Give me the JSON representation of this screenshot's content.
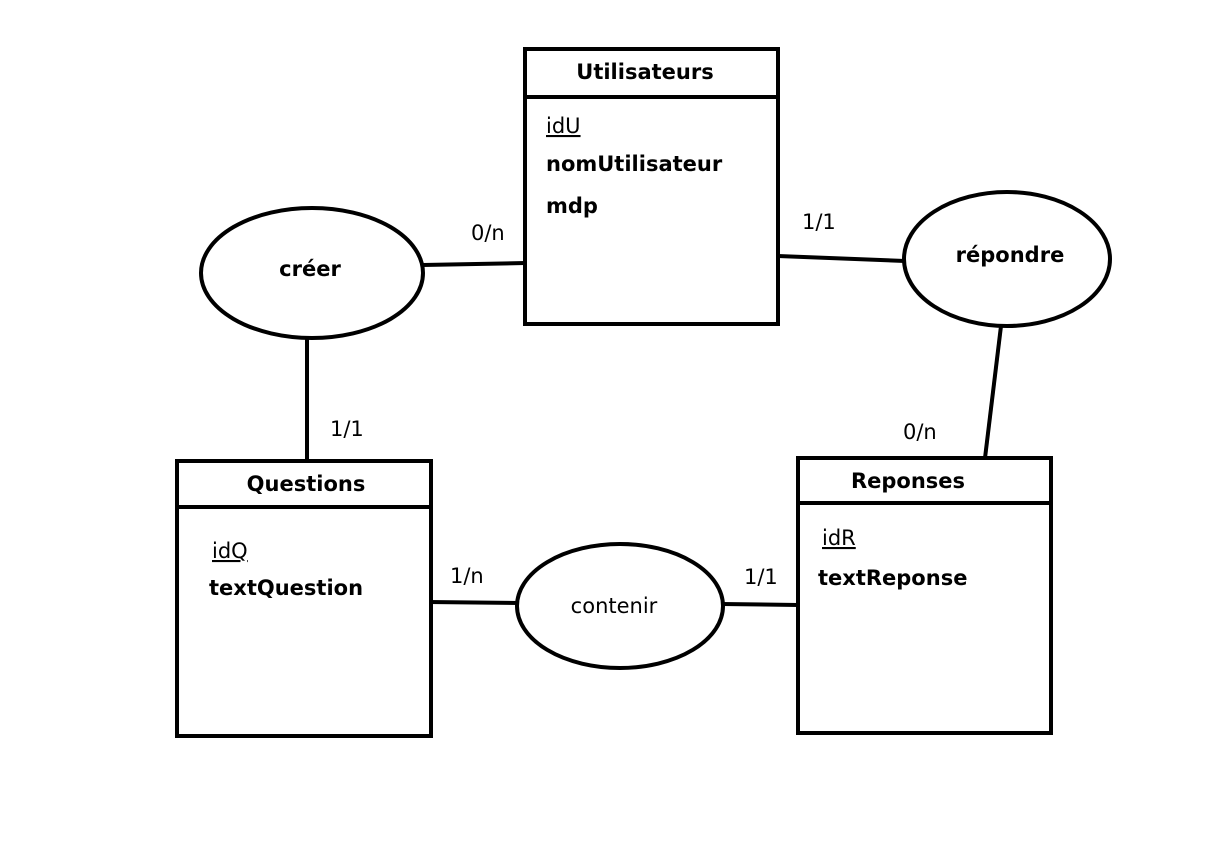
{
  "entities": {
    "utilisateurs": {
      "title": "Utilisateurs",
      "key": "idU",
      "attrs": [
        "nomUtilisateur",
        "mdp"
      ]
    },
    "questions": {
      "title": "Questions",
      "key": "idQ",
      "attrs": [
        "textQuestion"
      ]
    },
    "reponses": {
      "title": "Reponses",
      "key": "idR",
      "attrs": [
        "textReponse"
      ]
    }
  },
  "associations": {
    "creer": "créer",
    "repondre": "répondre",
    "contenir": "contenir"
  },
  "cardinalities": {
    "creer_utilisateurs": "0/n",
    "creer_questions": "1/1",
    "repondre_utilisateurs": "1/1",
    "repondre_reponses": "0/n",
    "contenir_questions": "1/n",
    "contenir_reponses": "1/1"
  }
}
